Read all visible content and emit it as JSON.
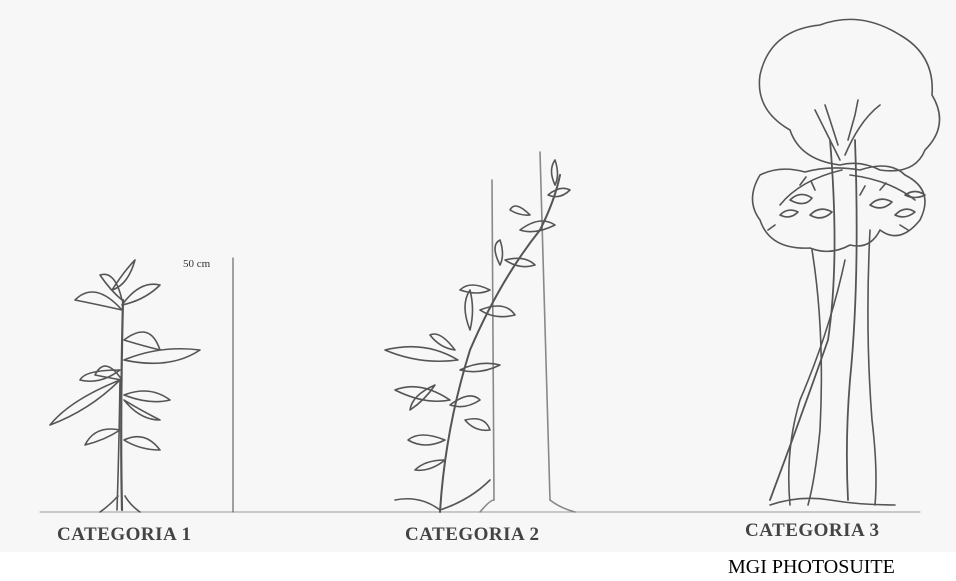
{
  "diagram": {
    "measure_label": "50 cm",
    "categories": [
      {
        "label": "CATEGORIA 1"
      },
      {
        "label": "CATEGORIA 2"
      },
      {
        "label": "CATEGORIA 3"
      }
    ]
  },
  "credit": "MGI PHOTOSUITE"
}
